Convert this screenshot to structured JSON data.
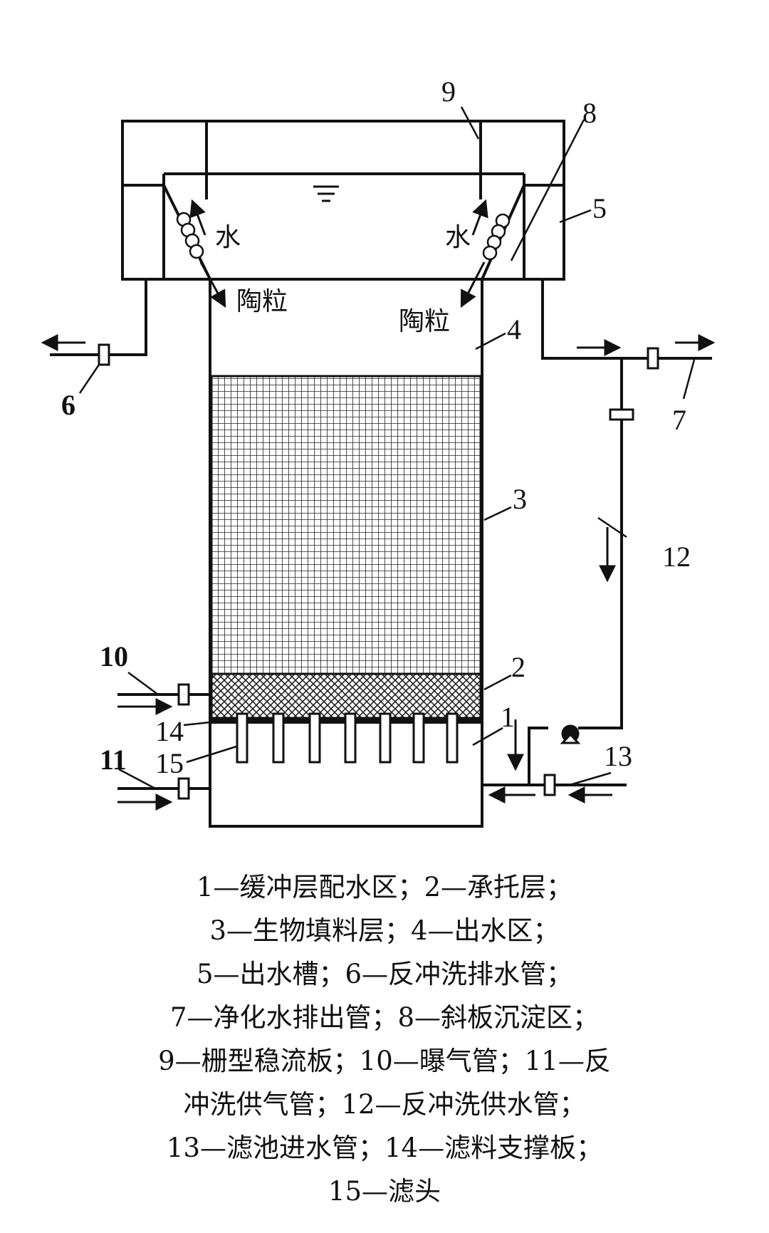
{
  "diagram": {
    "labels": {
      "n1": "1",
      "n2": "2",
      "n3": "3",
      "n4": "4",
      "n5": "5",
      "n6": "6",
      "n7": "7",
      "n8": "8",
      "n9": "9",
      "n10": "10",
      "n11": "11",
      "n12": "12",
      "n13": "13",
      "n14": "14",
      "n15": "15"
    },
    "flow_text": {
      "water_left": "水",
      "water_right": "水",
      "ceramsite_left": "陶粒",
      "ceramsite_right": "陶粒"
    }
  },
  "caption": {
    "lines": [
      "1—缓冲层配水区；2—承托层；",
      "3—生物填料层；4—出水区；",
      "5—出水槽；6—反冲洗排水管；",
      "7—净化水排出管；8—斜板沉淀区；",
      "9—栅型稳流板；10—曝气管；11—反",
      "冲洗供气管；12—反冲洗供水管；",
      "13—滤池进水管；14—滤料支撑板；",
      "15—滤头"
    ]
  }
}
